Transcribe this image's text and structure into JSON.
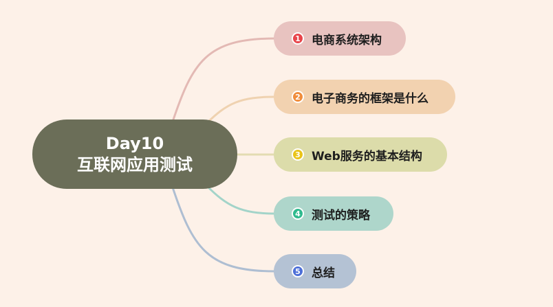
{
  "central": {
    "line1": "Day10",
    "line2": "互联网应用测试"
  },
  "branches": [
    {
      "number": "1",
      "label": "电商系统架构",
      "fill": "#e8c3c0",
      "stroke": "#e3b9b4",
      "badge": "#e8444a"
    },
    {
      "number": "2",
      "label": "电子商务的框架是什么",
      "fill": "#f2d2b0",
      "stroke": "#efd2b0",
      "badge": "#f08d3c"
    },
    {
      "number": "3",
      "label": "Web服务的基本结构",
      "fill": "#dcdcaa",
      "stroke": "#e3dcb2",
      "badge": "#e9c419"
    },
    {
      "number": "4",
      "label": "测试的策略",
      "fill": "#aed6cb",
      "stroke": "#a3d4c9",
      "badge": "#2fba8e"
    },
    {
      "number": "5",
      "label": "总结",
      "fill": "#b4c2d4",
      "stroke": "#aebed2",
      "badge": "#4d6fd8"
    }
  ]
}
